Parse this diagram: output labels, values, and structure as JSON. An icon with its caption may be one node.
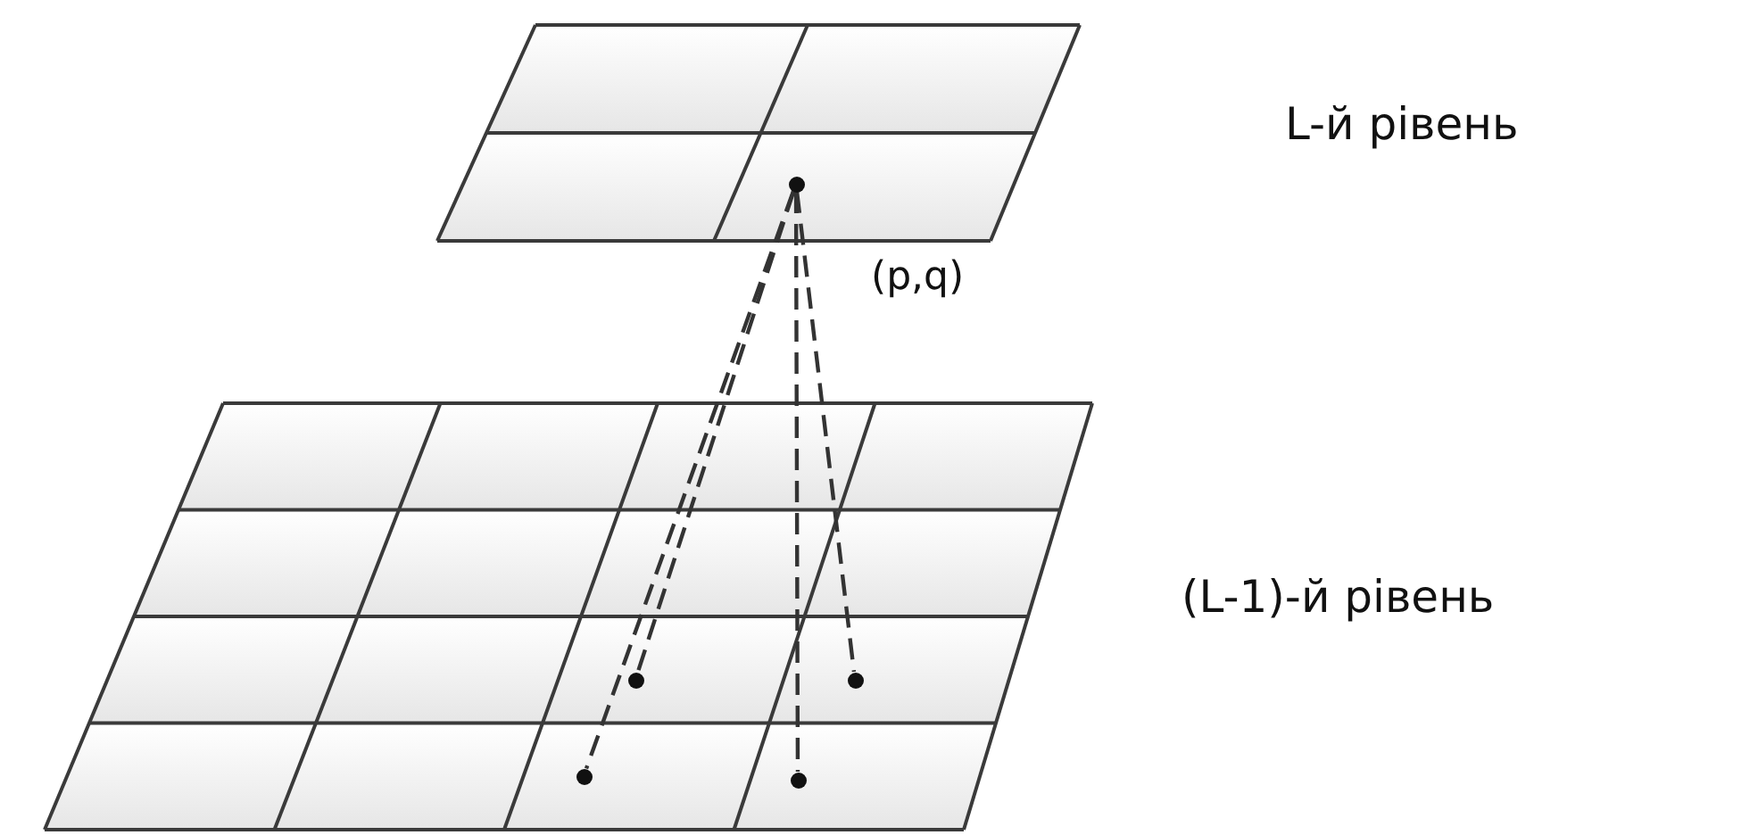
{
  "diagram": {
    "nodes": [
      {
        "text": [],
        "shape": "circle",
        "beside": [
          "(p,q)"
        ]
      },
      {
        "text": [],
        "shape": "circle"
      },
      {
        "text": [],
        "shape": "circle"
      },
      {
        "text": [],
        "shape": "circle"
      },
      {
        "text": [],
        "shape": "circle"
      }
    ],
    "edges": [
      {
        "from": 0,
        "to": 1,
        "arrow": "none",
        "style": "dashed"
      },
      {
        "from": 0,
        "to": 2,
        "arrow": "none",
        "style": "dashed"
      },
      {
        "from": 0,
        "to": 3,
        "arrow": "none",
        "style": "dashed"
      },
      {
        "from": 0,
        "to": 4,
        "arrow": "none",
        "style": "dashed"
      }
    ],
    "labels": [
      "L-й рівень",
      "(L-1)-й рівень"
    ]
  }
}
